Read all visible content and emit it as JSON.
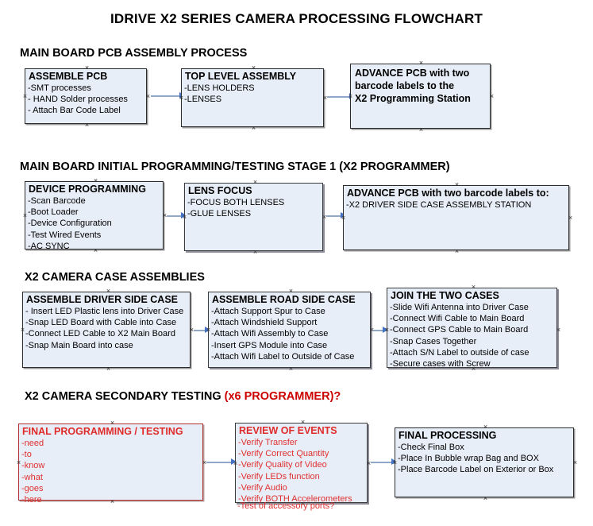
{
  "document": {
    "title": "IDRIVE X2  SERIES CAMERA PROCESSING FLOWCHART"
  },
  "colors": {
    "box_fill": "#e8eef7",
    "box_border": "#2b2b2b",
    "connector": "#8fa8c8",
    "arrowhead": "#4472c4",
    "accent_red": "#cc0000",
    "text_black": "#000000"
  },
  "sections": [
    {
      "heading": "MAIN BOARD PCB ASSEMBLY PROCESS",
      "heading_accent": "",
      "boxes": [
        {
          "title": "ASSEMBLE PCB",
          "lines": [
            "-SMT processes",
            "- HAND Solder processes",
            "- Attach Bar Code Label"
          ]
        },
        {
          "title": "TOP LEVEL ASSEMBLY",
          "lines": [
            "-LENS HOLDERS",
            "-LENSES"
          ]
        },
        {
          "title_block": [
            "ADVANCE PCB with two",
            "barcode labels to the",
            " X2 Programming Station"
          ],
          "lines": []
        }
      ]
    },
    {
      "heading": "MAIN BOARD INITIAL PROGRAMMING/TESTING STAGE 1 (X2 PROGRAMMER)",
      "heading_accent": "",
      "boxes": [
        {
          "title": "DEVICE PROGRAMMING",
          "lines": [
            "-Scan Barcode",
            "-Boot Loader",
            "-Device Configuration",
            "-Test Wired Events",
            "-AC SYNC"
          ]
        },
        {
          "title": "LENS FOCUS",
          "lines": [
            "-FOCUS BOTH LENSES",
            "-GLUE LENSES"
          ]
        },
        {
          "title": "ADVANCE PCB with two barcode labels to:",
          "lines": [
            "-X2 DRIVER  SIDE  CASE  ASSEMBLY STATION"
          ]
        }
      ]
    },
    {
      "heading": "X2 CAMERA CASE ASSEMBLIES",
      "heading_accent": "",
      "boxes": [
        {
          "title": "ASSEMBLE DRIVER SIDE CASE",
          "lines": [
            "- Insert LED Plastic lens into Driver Case",
            "-Snap LED Board with Cable into Case",
            "-Connect LED Cable to X2 Main Board",
            "-Snap Main Board into case"
          ]
        },
        {
          "title": "ASSEMBLE ROAD SIDE CASE",
          "lines": [
            "-Attach Support Spur to Case",
            "-Attach Windshield Support",
            "-Attach Wifi Assembly to Case",
            "-Insert GPS Module into Case",
            "-Attach Wifi Label to Outside of Case"
          ]
        },
        {
          "title": "JOIN THE TWO CASES",
          "lines": [
            "-Slide Wifi Antenna into Driver Case",
            "-Connect Wifi Cable to Main Board",
            "-Connect GPS Cable to Main Board",
            "-Snap Cases Together",
            "-Attach S/N Label to outside of case",
            "-Secure cases with Screw"
          ]
        }
      ]
    },
    {
      "heading": "X2 CAMERA SECONDARY TESTING ",
      "heading_accent": "(x6 PROGRAMMER)?",
      "boxes": [
        {
          "title": "FINAL PROGRAMMING / TESTING",
          "lines": [
            "-need",
            "-to",
            "-know",
            "-what",
            "-goes",
            "-here"
          ]
        },
        {
          "title": "REVIEW OF EVENTS",
          "lines": [
            "-Verify Transfer",
            "-Verify Correct Quantity",
            "-Verify Quality of Video",
            "-Verify LEDs function",
            "-Verify Audio",
            "-Verify BOTH Accelerometers"
          ],
          "overflow_line": "-Test of accessory ports?"
        },
        {
          "title": "FINAL PROCESSING",
          "lines": [
            " -Check Final Box",
            "-Place In Bubble wrap Bag and BOX",
            "-Place Barcode Label on Exterior or Box"
          ]
        }
      ]
    }
  ]
}
